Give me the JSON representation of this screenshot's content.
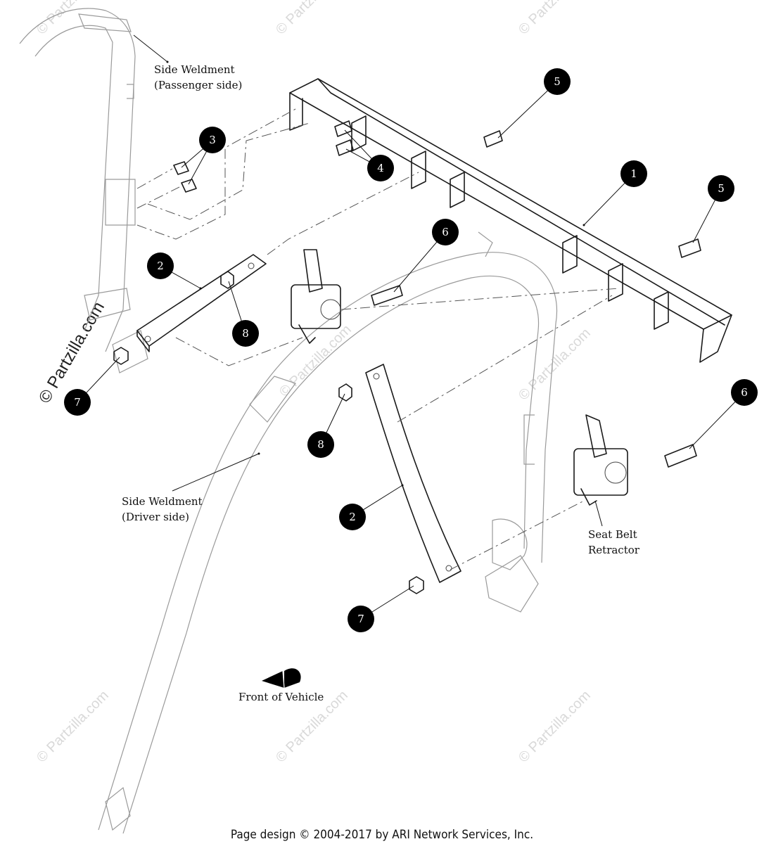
{
  "labels": {
    "side_weldment_passenger_l1": "Side Weldment",
    "side_weldment_passenger_l2": "(Passenger side)",
    "side_weldment_driver_l1": "Side Weldment",
    "side_weldment_driver_l2": "(Driver side)",
    "seat_belt_retractor_l1": "Seat Belt",
    "seat_belt_retractor_l2": "Retractor",
    "front_of_vehicle": "Front of Vehicle"
  },
  "callouts": {
    "c1": "1",
    "c2a": "2",
    "c2b": "2",
    "c3": "3",
    "c4": "4",
    "c5a": "5",
    "c5b": "5",
    "c6a": "6",
    "c6b": "6",
    "c7a": "7",
    "c7b": "7",
    "c8a": "8",
    "c8b": "8"
  },
  "watermark": {
    "text": "© Partzilla.com",
    "prominent": "© Partzilla.com"
  },
  "footer": "Page design © 2004-2017 by ARI Network Services, Inc."
}
